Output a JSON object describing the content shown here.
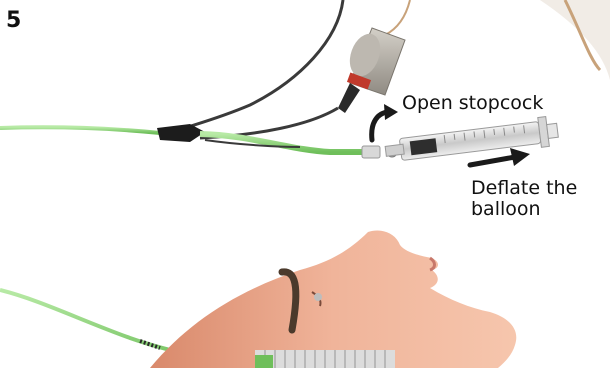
{
  "figure": {
    "step_number": "5",
    "labels": {
      "open_stopcock": "Open stopcock",
      "deflate_line1": "Deflate the",
      "deflate_line2": "balloon"
    }
  },
  "colors": {
    "catheter_green": "#8fd47a",
    "skin": "#e8a889",
    "arrow": "#1a1a1a",
    "syringe_body": "#dcdcdc",
    "tubing_dark": "#3a3a3a"
  },
  "icons": [
    "curved-arrow-icon",
    "straight-arrow-icon"
  ]
}
